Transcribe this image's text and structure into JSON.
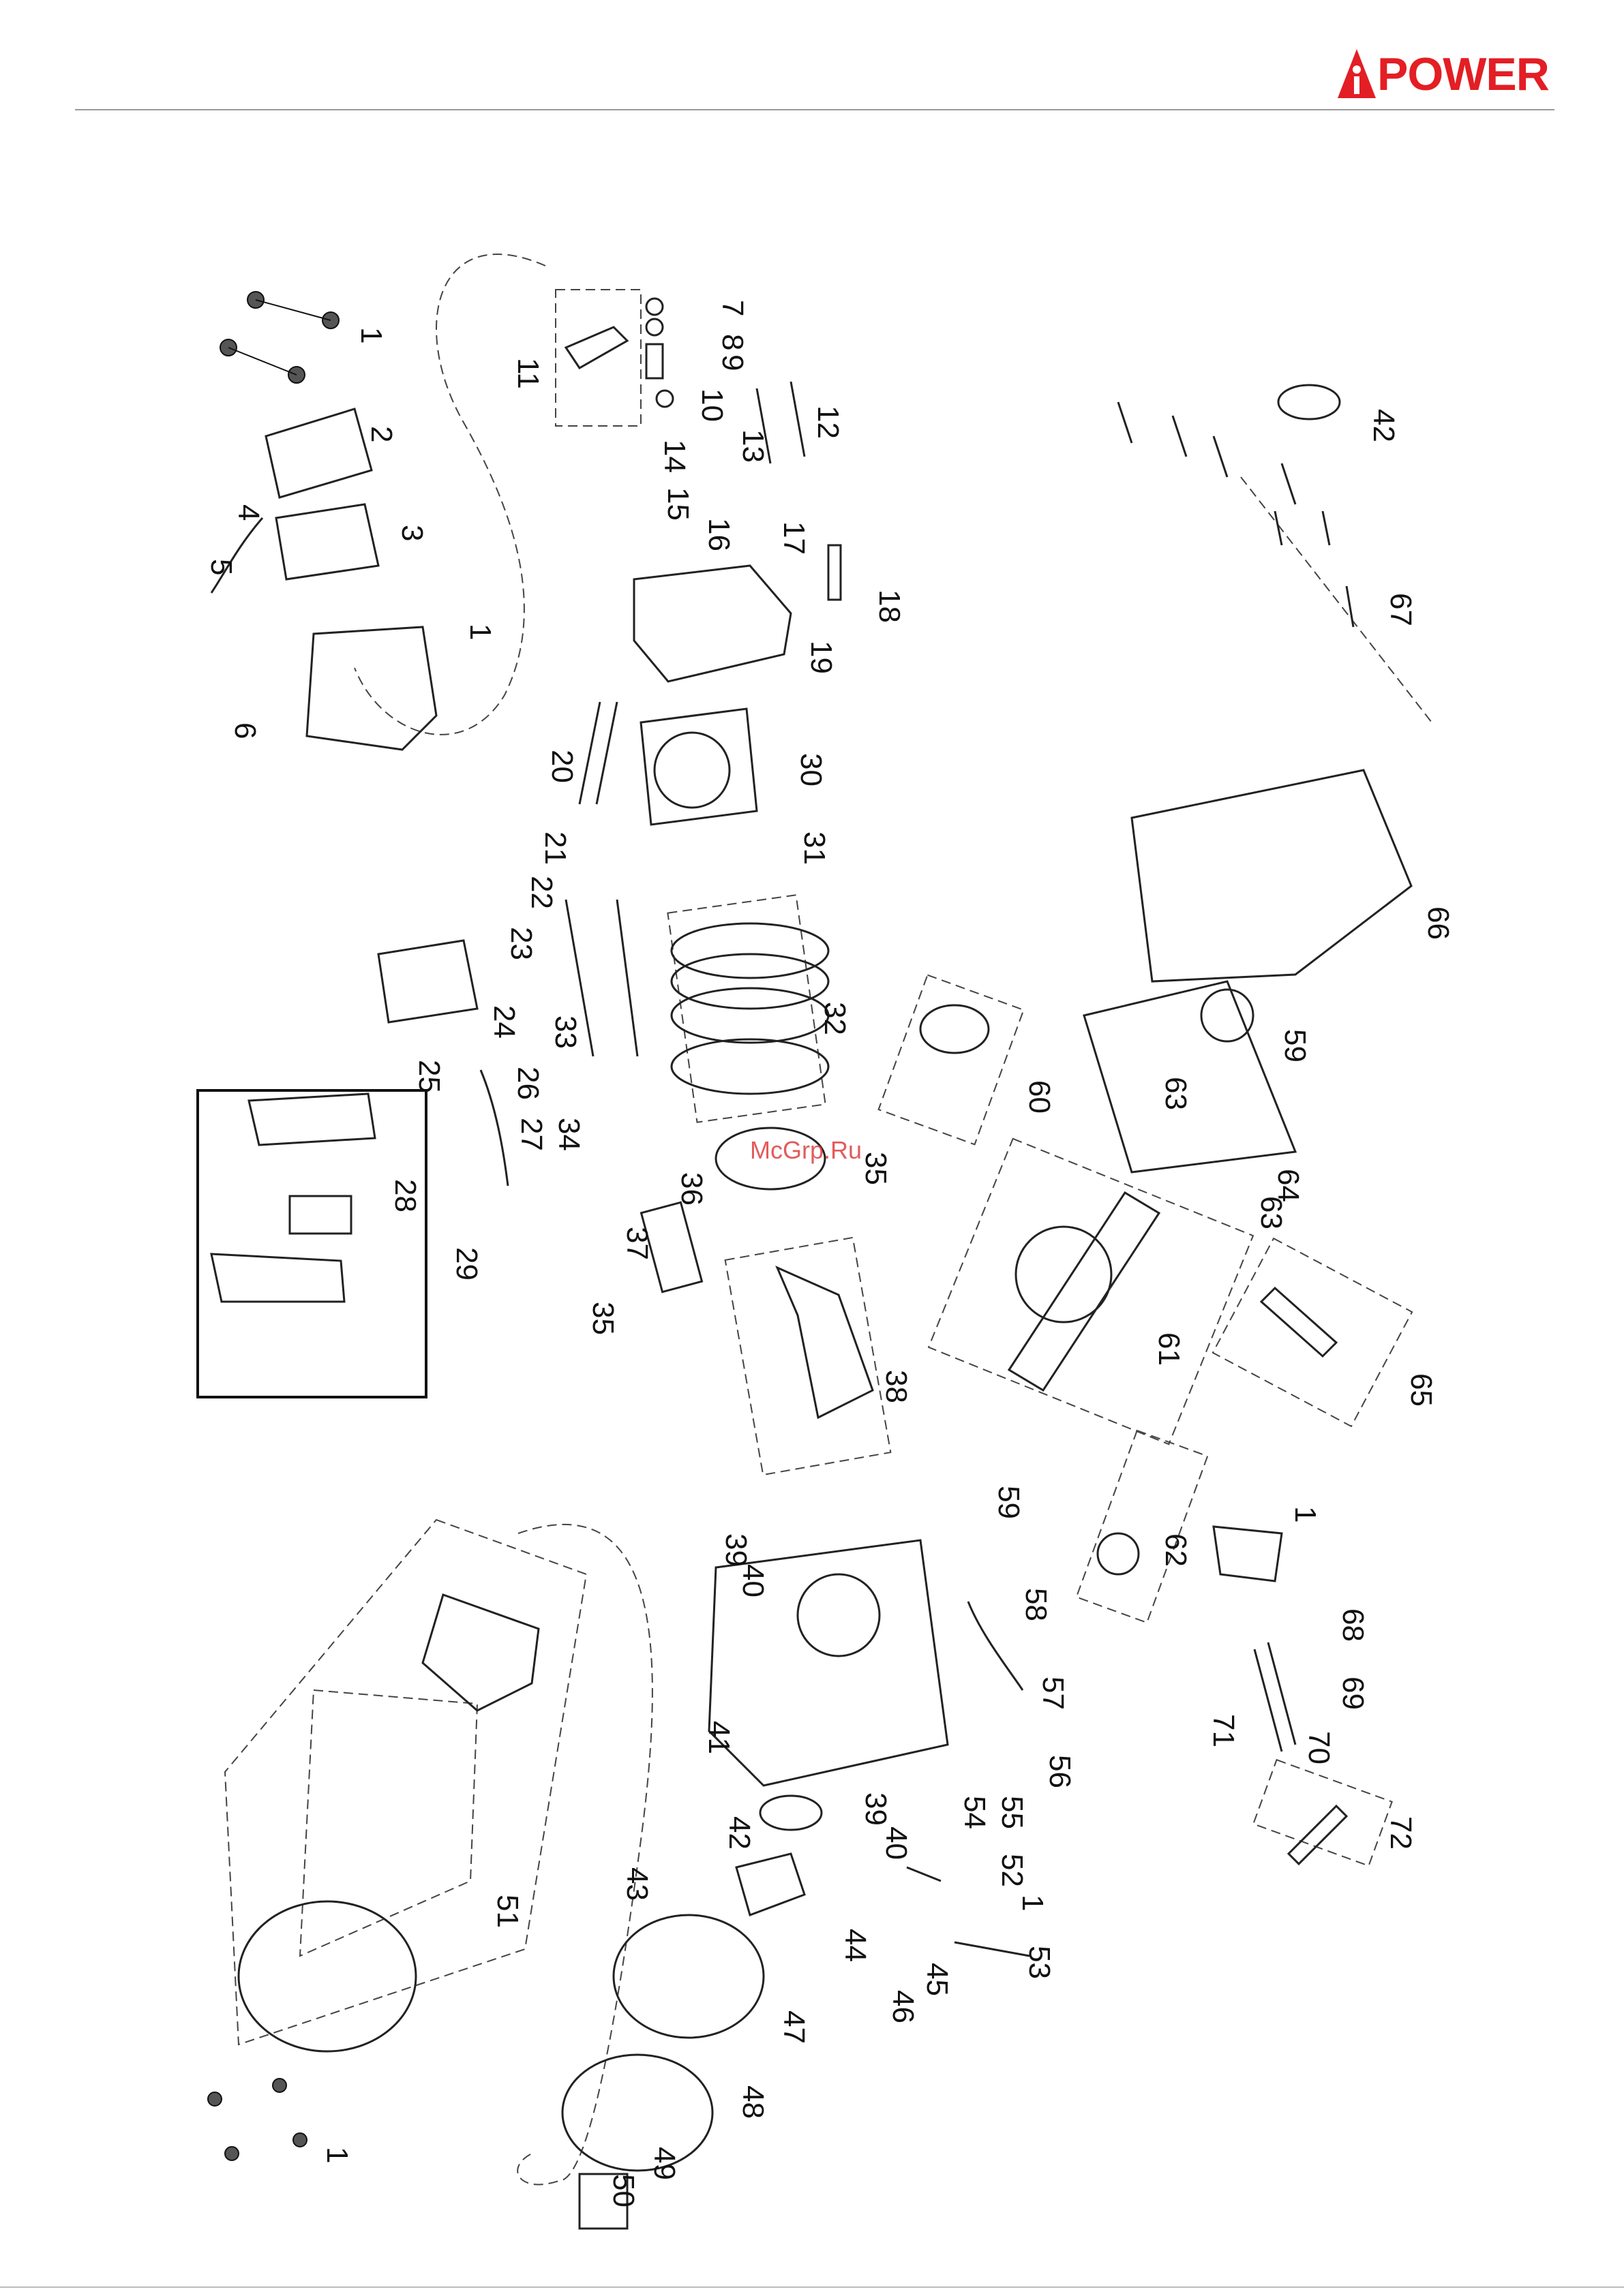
{
  "brand": {
    "name": "POWER",
    "accent_color": "#e31e24"
  },
  "watermark": "McGrp.Ru",
  "callouts": [
    "1",
    "2",
    "3",
    "4",
    "5",
    "6",
    "7",
    "8",
    "9",
    "10",
    "11",
    "12",
    "13",
    "14",
    "15",
    "16",
    "17",
    "18",
    "19",
    "20",
    "21",
    "22",
    "23",
    "24",
    "25",
    "26",
    "27",
    "28",
    "29",
    "30",
    "31",
    "32",
    "33",
    "34",
    "35",
    "36",
    "37",
    "38",
    "39",
    "40",
    "41",
    "42",
    "43",
    "44",
    "45",
    "46",
    "47",
    "48",
    "49",
    "50",
    "51",
    "52",
    "53",
    "54",
    "55",
    "56",
    "57",
    "58",
    "59",
    "60",
    "61",
    "62",
    "63",
    "64",
    "65",
    "66",
    "67",
    "68",
    "69",
    "70",
    "71",
    "72"
  ]
}
